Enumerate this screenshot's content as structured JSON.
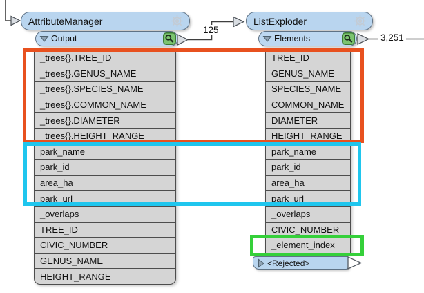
{
  "left_node": {
    "title": "AttributeManager",
    "port": {
      "label": "Output"
    },
    "connection_count": "125",
    "attributes": [
      "_trees{}.TREE_ID",
      "_trees{}.GENUS_NAME",
      "_trees{}.SPECIES_NAME",
      "_trees{}.COMMON_NAME",
      "_trees{}.DIAMETER",
      "_trees{}.HEIGHT_RANGE",
      "park_name",
      "park_id",
      "area_ha",
      "park_url",
      "_overlaps",
      "TREE_ID",
      "CIVIC_NUMBER",
      "GENUS_NAME",
      "HEIGHT_RANGE"
    ]
  },
  "right_node": {
    "title": "ListExploder",
    "port": {
      "label": "Elements"
    },
    "connection_count": "3,251",
    "attributes": [
      "TREE_ID",
      "GENUS_NAME",
      "SPECIES_NAME",
      "COMMON_NAME",
      "DIAMETER",
      "HEIGHT_RANGE",
      "park_name",
      "park_id",
      "area_ha",
      "park_url",
      "_overlaps",
      "CIVIC_NUMBER",
      "_element_index"
    ],
    "rejected_port": {
      "label": "<Rejected>"
    }
  },
  "icons": {
    "gear": "transformer settings gear",
    "magnifier": "feature-caching inspect magnifier",
    "triangle_down": "expanded port indicator",
    "triangle_right": "collapsed port indicator"
  },
  "highlight_colors": {
    "orange": "#e8511f",
    "cyan": "#1fc6ee",
    "green": "#35d03a"
  },
  "node_colors": {
    "fill": "#b9d5ef",
    "border": "#5f7285",
    "row_fill": "#d5d5d5",
    "row_border": "#4d4d4d"
  }
}
